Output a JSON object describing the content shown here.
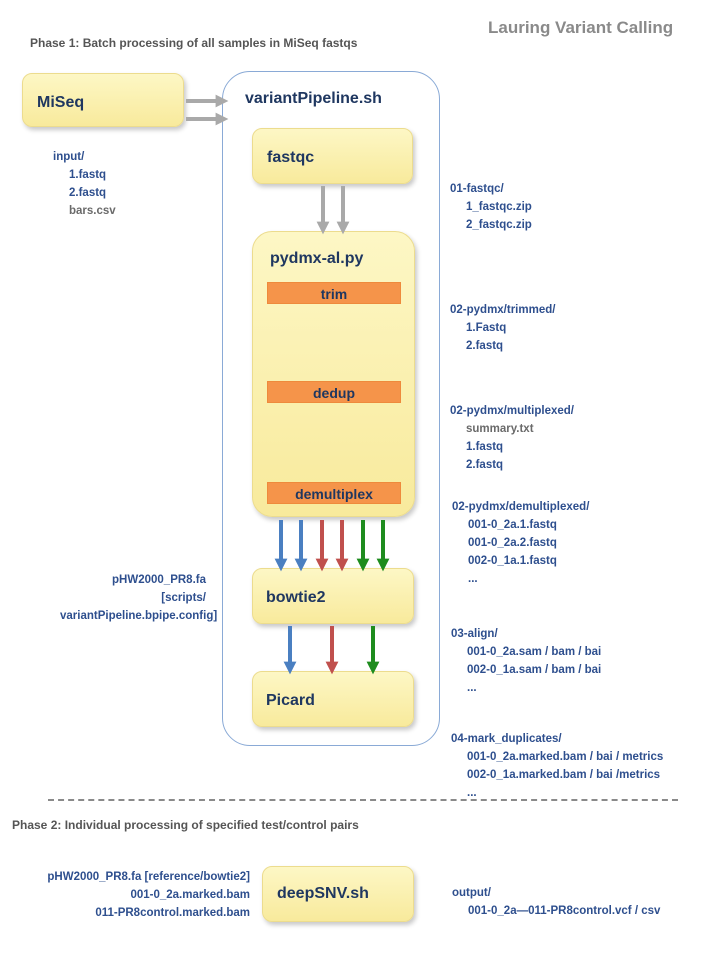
{
  "title": "Lauring Variant Calling",
  "phase1": "Phase 1: Batch processing of all samples in MiSeq fastqs",
  "phase2": "Phase 2: Individual processing of specified test/control pairs",
  "pipeline_label": "variantPipeline.sh",
  "boxes": {
    "miseq": "MiSeq",
    "fastqc": "fastqc",
    "pydmx": "pydmx-al.py",
    "bowtie2": "bowtie2",
    "picard": "Picard",
    "deepsnv": "deepSNV.sh"
  },
  "steps": {
    "trim": "trim",
    "dedup": "dedup",
    "demultiplex": "demultiplex"
  },
  "input": {
    "dir": "input/",
    "file1": "1.fastq",
    "file2": "2.fastq",
    "bars": "bars.csv"
  },
  "fastqc_out": {
    "dir": "01-fastqc/",
    "f1": "1_fastqc.zip",
    "f2": "2_fastqc.zip"
  },
  "trimmed_out": {
    "dir": "02-pydmx/trimmed/",
    "f1": "1.Fastq",
    "f2": "2.fastq"
  },
  "multiplexed_out": {
    "dir": "02-pydmx/multiplexed/",
    "summary": "summary.txt",
    "f1": "1.fastq",
    "f2": "2.fastq"
  },
  "demux_out": {
    "dir": "02-pydmx/demultiplexed/",
    "f1": "001-0_2a.1.fastq",
    "f2": "001-0_2a.2.fastq",
    "f3": "002-0_1a.1.fastq",
    "more": "..."
  },
  "align_out": {
    "dir": "03-align/",
    "f1": "001-0_2a.sam / bam / bai",
    "f2": "002-0_1a.sam / bam / bai",
    "more": "..."
  },
  "markdup_out": {
    "dir": "04-mark_duplicates/",
    "f1": "001-0_2a.marked.bam / bai / metrics",
    "f2": "002-0_1a.marked.bam / bai /metrics",
    "more": "..."
  },
  "reference": {
    "fa": "pHW2000_PR8.fa",
    "scripts": "[scripts/",
    "config": "variantPipeline.bpipe.config]"
  },
  "deepsnv_in": {
    "ref": "pHW2000_PR8.fa [reference/bowtie2]",
    "test": "001-0_2a.marked.bam",
    "control": "011-PR8control.marked.bam"
  },
  "deepsnv_out": {
    "dir": "output/",
    "f1": "001-0_2a—011-PR8control.vcf / csv"
  },
  "colors": {
    "blue": "#4a7fc1",
    "red": "#c0504d",
    "green": "#1e8c1e",
    "grey": "#a9a9a9",
    "text_blue": "#2e4f8e"
  }
}
